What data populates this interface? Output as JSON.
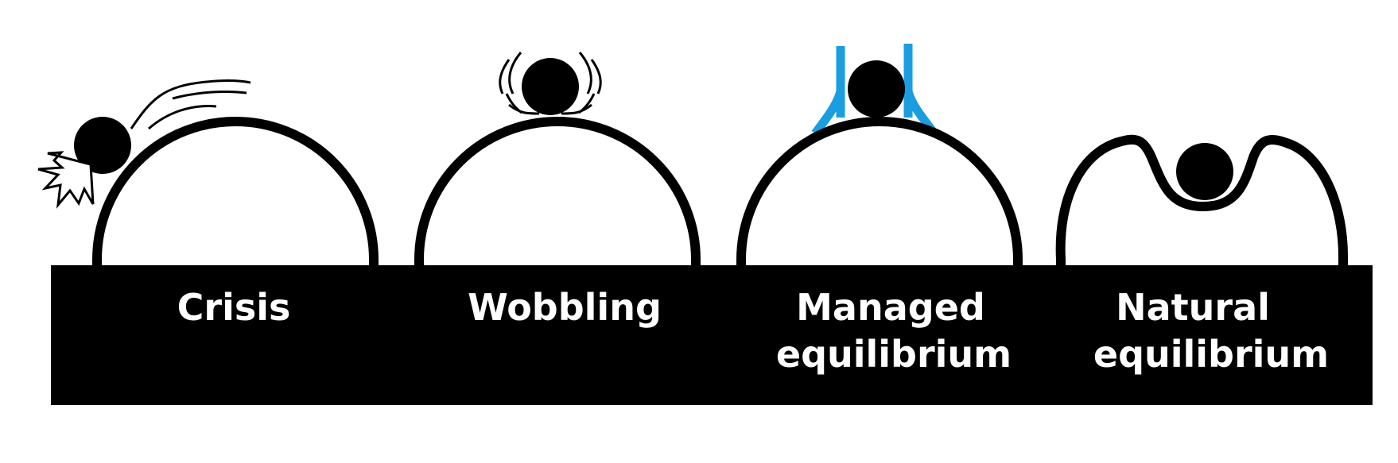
{
  "colors": {
    "ink": "#000000",
    "accent": "#1a9ee0",
    "paper": "#ffffff"
  },
  "panels": [
    {
      "label": "Crisis"
    },
    {
      "label": "Wobbling"
    },
    {
      "label_line1": "Managed",
      "label_line2": "equilibrium"
    },
    {
      "label_line1": "Natural",
      "label_line2": "equilibrium"
    }
  ]
}
